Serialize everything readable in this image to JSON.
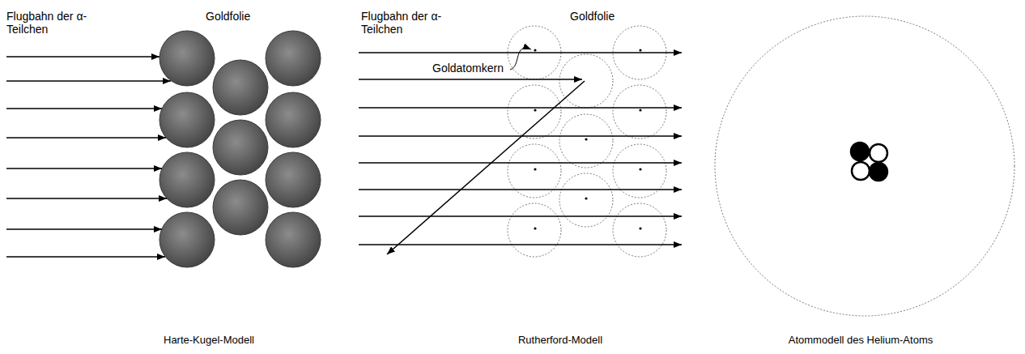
{
  "diagram": {
    "labels": [
      "Flugbahn der α-Teilchen",
      "Goldfolie",
      "Flugbahn der α-Teilchen",
      "Goldfolie",
      "Goldatomkern",
      "Harte-Kugel-Modell",
      "Rutherford-Modell",
      "Atommodell des Helium-Atoms"
    ]
  }
}
